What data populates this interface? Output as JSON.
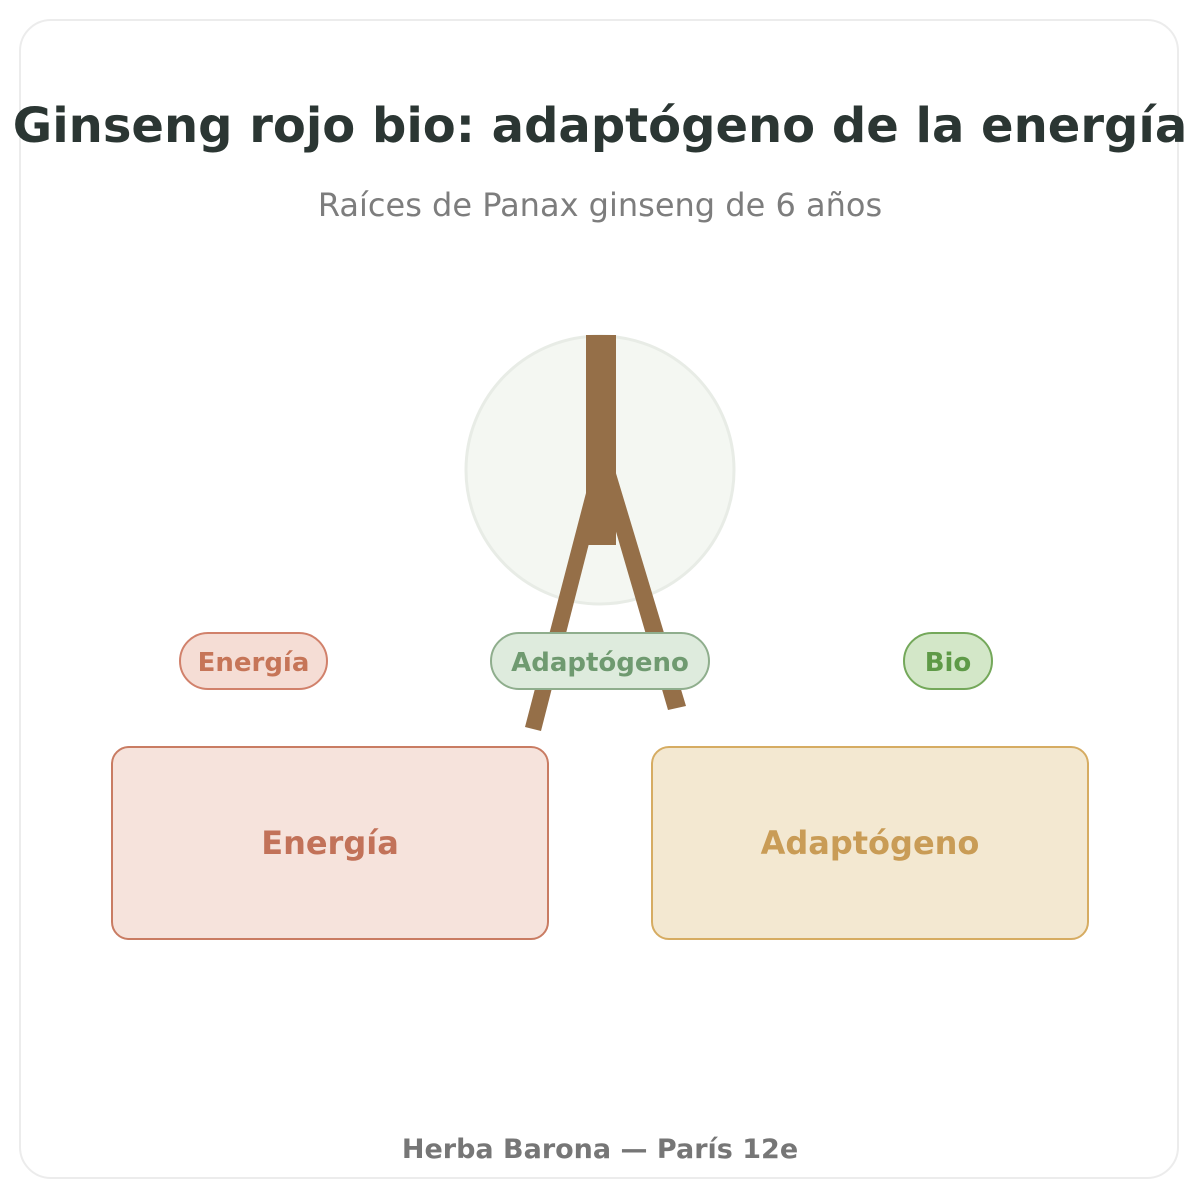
{
  "header": {
    "title": "Ginseng rojo bio: adaptógeno de la energía",
    "subtitle": "Raíces de Panax ginseng de 6 años"
  },
  "badges": [
    {
      "label": "Energía"
    },
    {
      "label": "Adaptógeno"
    },
    {
      "label": "Bio"
    }
  ],
  "boxes": [
    {
      "label": "Energía"
    },
    {
      "label": "Adaptógeno"
    }
  ],
  "footer": {
    "text": "Herba Barona — París 12e"
  },
  "colors": {
    "root": "#956f48",
    "circle": "#f4f7f2",
    "title": "#2b3633",
    "energia": "#c67558",
    "adaptogeno_badge": "#6f9a70",
    "bio": "#5e9a47",
    "adaptogeno_box": "#c99c56"
  },
  "icons": [
    "ginseng-root-icon"
  ]
}
